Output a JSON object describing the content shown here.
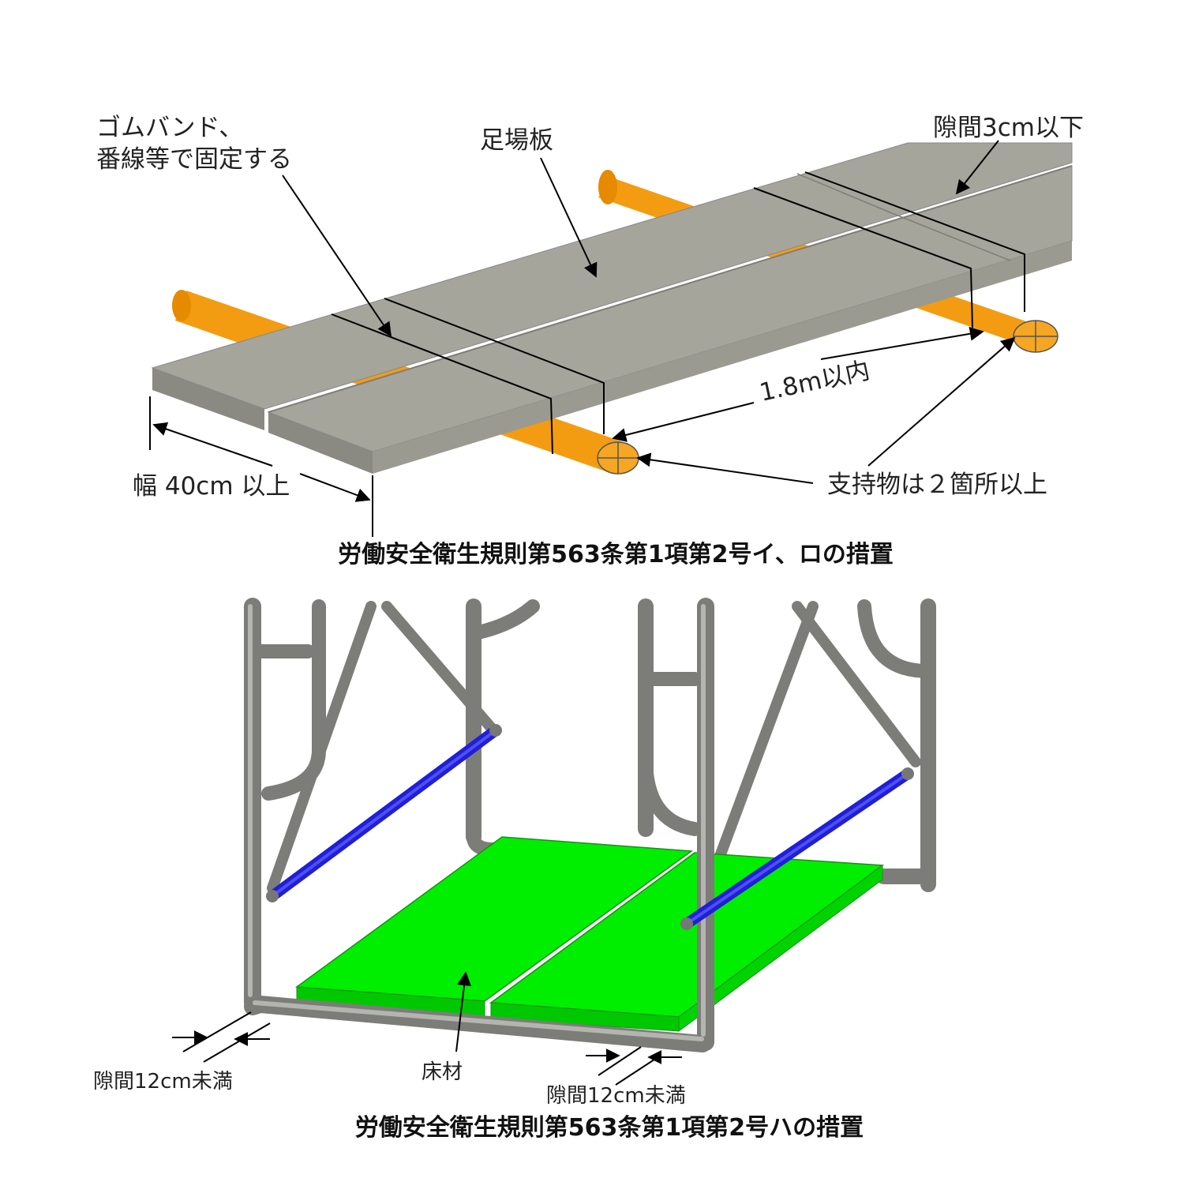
{
  "upper_diagram": {
    "label_band": "ゴムバンド、",
    "label_fix": "番線等で固定する",
    "label_board": "足場板",
    "label_gap_top": "隙間3cm以下",
    "label_span": "1.8m以内",
    "label_supports": "支持物は２箇所以上",
    "label_width": "幅 40cm 以上",
    "caption": "労働安全衛生規則第563条第1項第2号イ、ロの措置"
  },
  "lower_diagram": {
    "label_gap_left": "隙間12cm未満",
    "label_floor": "床材",
    "label_gap_right": "隙間12cm未満",
    "caption": "労働安全衛生規則第563条第1項第2号ハの措置"
  },
  "colors": {
    "board_top": "#a5a59c",
    "board_side": "#8a8a82",
    "pipe_orange": "#f39c12",
    "floor_green": "#00ee00",
    "brace_blue": "#1f1fd8",
    "frame_gray": "#9d9e99"
  }
}
